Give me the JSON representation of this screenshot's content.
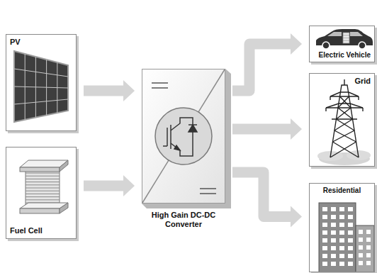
{
  "diagram": {
    "nodes": [
      {
        "text": [
          "PV"
        ]
      },
      {
        "text": [
          "Fuel Cell"
        ]
      },
      {
        "text": [
          "High Gain DC-DC Converter"
        ]
      },
      {
        "text": [
          "Electric Vehicle"
        ]
      },
      {
        "text": [
          "Grid"
        ]
      },
      {
        "text": [
          "Residential"
        ]
      }
    ],
    "edges": [
      {
        "from": 0,
        "to": 2,
        "arrow": "to"
      },
      {
        "from": 1,
        "to": 2,
        "arrow": "to"
      },
      {
        "from": 2,
        "to": 3,
        "arrow": "to"
      },
      {
        "from": 2,
        "to": 4,
        "arrow": "to"
      },
      {
        "from": 2,
        "to": 5,
        "arrow": "to"
      }
    ]
  }
}
